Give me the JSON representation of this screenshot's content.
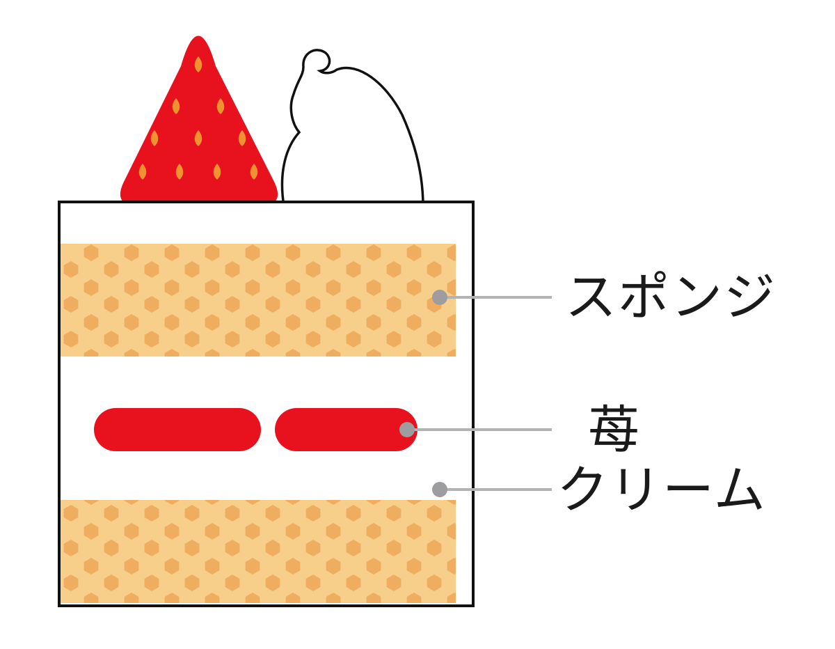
{
  "figure": {
    "type": "diagram",
    "subject": "strawberry-shortcake-cross-section",
    "labels": {
      "sponge": "スポンジ",
      "strawberry": "苺",
      "cream": "クリーム"
    },
    "colors": {
      "strawberry_red": "#e8111e",
      "seed_orange": "#f0922f",
      "sponge_base": "#f8ce8b",
      "sponge_dot": "#efae5f",
      "outline_black": "#111111",
      "leader_line_gray": "#b3b3b4",
      "leader_dot_gray": "#9d9d9f",
      "cream_white": "#ffffff",
      "background": "#ffffff"
    }
  }
}
